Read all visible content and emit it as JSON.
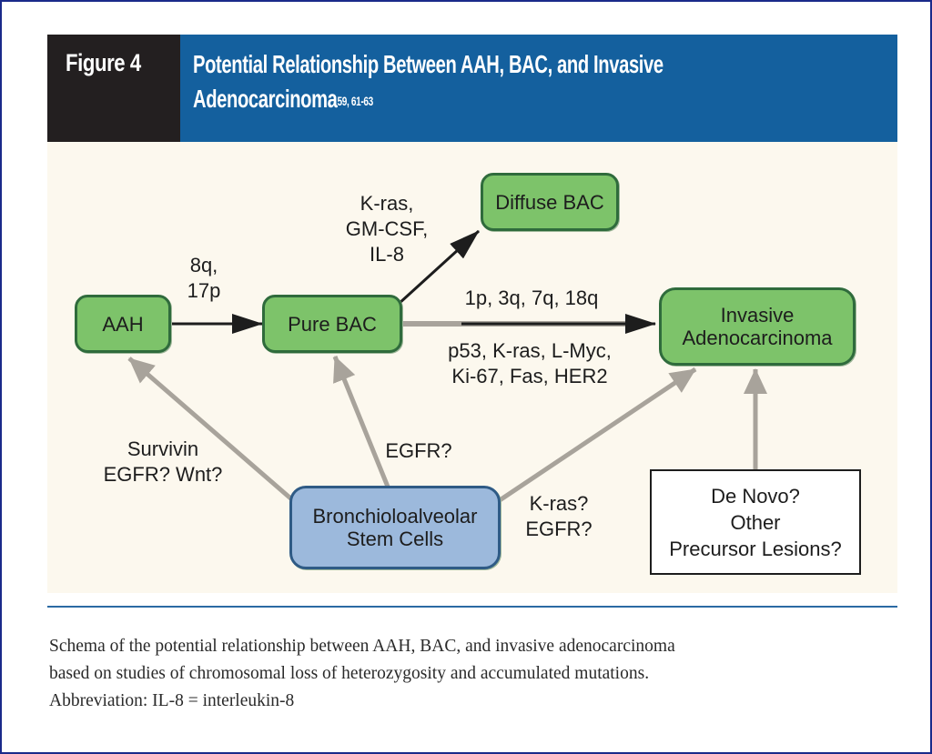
{
  "figure": {
    "label": "Figure 4",
    "title": "Potential Relationship Between AAH, BAC, and Invasive Adenocarcinoma",
    "title_refs": "59, 61-63"
  },
  "nodes": {
    "aah": "AAH",
    "pure_bac": "Pure BAC",
    "diffuse_bac": "Diffuse BAC",
    "invasive_line1": "Invasive",
    "invasive_line2": "Adenocarcinoma",
    "stem_line1": "Bronchioloalveolar",
    "stem_line2": "Stem Cells",
    "denovo_line1": "De Novo?",
    "denovo_line2": "Other",
    "denovo_line3": "Precursor Lesions?"
  },
  "edge_labels": {
    "aah_to_bac_1": "8q,",
    "aah_to_bac_2": "17p",
    "bac_to_diffuse_1": "K-ras,",
    "bac_to_diffuse_2": "GM-CSF,",
    "bac_to_diffuse_3": "IL-8",
    "bac_to_invasive_top": "1p, 3q, 7q, 18q",
    "bac_to_invasive_bottom_1": "p53, K-ras, L-Myc,",
    "bac_to_invasive_bottom_2": "Ki-67, Fas, HER2",
    "stem_to_aah_1": "Survivin",
    "stem_to_aah_2": "EGFR? Wnt?",
    "stem_to_bac": "EGFR?",
    "stem_to_invasive_1": "K-ras?",
    "stem_to_invasive_2": "EGFR?"
  },
  "caption": {
    "line1": "Schema of the potential relationship between AAH, BAC, and invasive adenocarcinoma",
    "line2": "based on studies of chromosomal loss of heterozygosity and accumulated mutations.",
    "line3": "Abbreviation: IL-8 = interleukin-8"
  },
  "colors": {
    "header_dark": "#231f20",
    "header_blue": "#14609e",
    "panel_bg": "#fcf8ee",
    "green_node": "#7dc36a",
    "blue_node": "#9cb9dc",
    "black_arrow": "#1d1d1d",
    "gray_arrow": "#a8a39b"
  }
}
